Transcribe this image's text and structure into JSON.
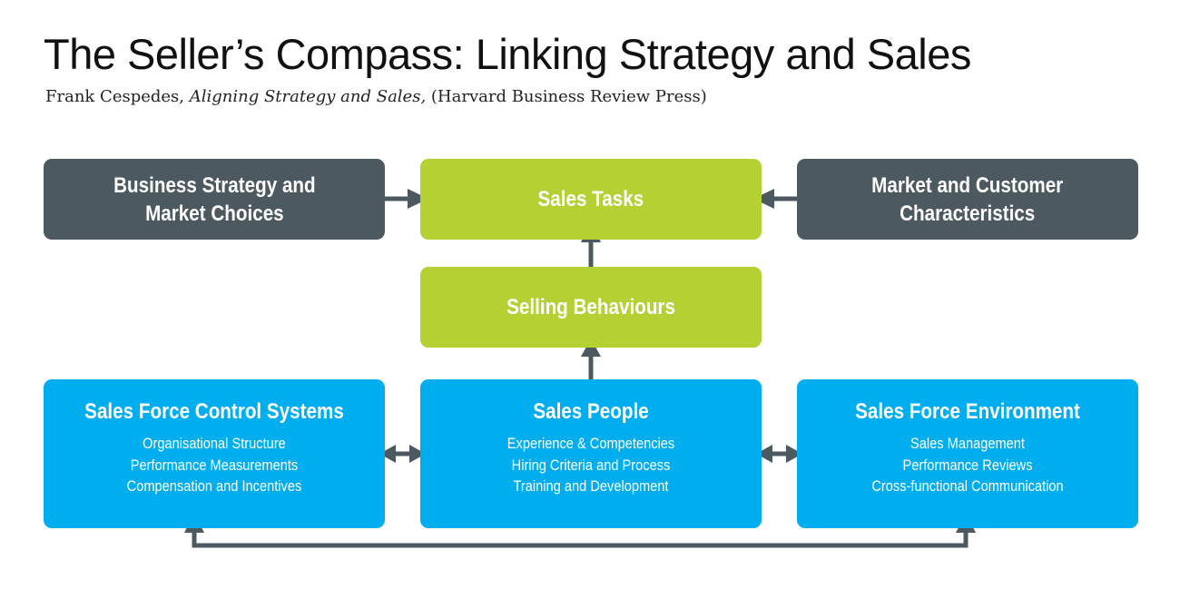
{
  "header": {
    "title": "The Seller’s Compass: Linking Strategy and Sales",
    "subtitle_author": "Frank Cespedes, ",
    "subtitle_book": "Aligning Strategy and Sales,",
    "subtitle_publisher": " (Harvard Business Review Press)"
  },
  "colors": {
    "dark_box": "#4c5961",
    "green_box": "#b3d133",
    "blue_box": "#00aeef",
    "arrow": "#4c5961"
  },
  "boxes": {
    "business_strategy": {
      "line1": "Business Strategy and",
      "line2": "Market Choices"
    },
    "sales_tasks": {
      "label": "Sales Tasks"
    },
    "market_customer": {
      "line1": "Market and Customer",
      "line2": "Characteristics"
    },
    "selling_behaviours": {
      "label": "Selling Behaviours"
    },
    "sales_force_control": {
      "title": "Sales Force Control Systems",
      "items": [
        "Organisational Structure",
        "Performance Measurements",
        "Compensation and Incentives"
      ]
    },
    "sales_people": {
      "title": "Sales People",
      "items": [
        "Experience & Competencies",
        "Hiring Criteria and Process",
        "Training and Development"
      ]
    },
    "sales_force_environment": {
      "title": "Sales Force Environment",
      "items": [
        "Sales Management",
        "Performance Reviews",
        "Cross-functional Communication"
      ]
    }
  }
}
